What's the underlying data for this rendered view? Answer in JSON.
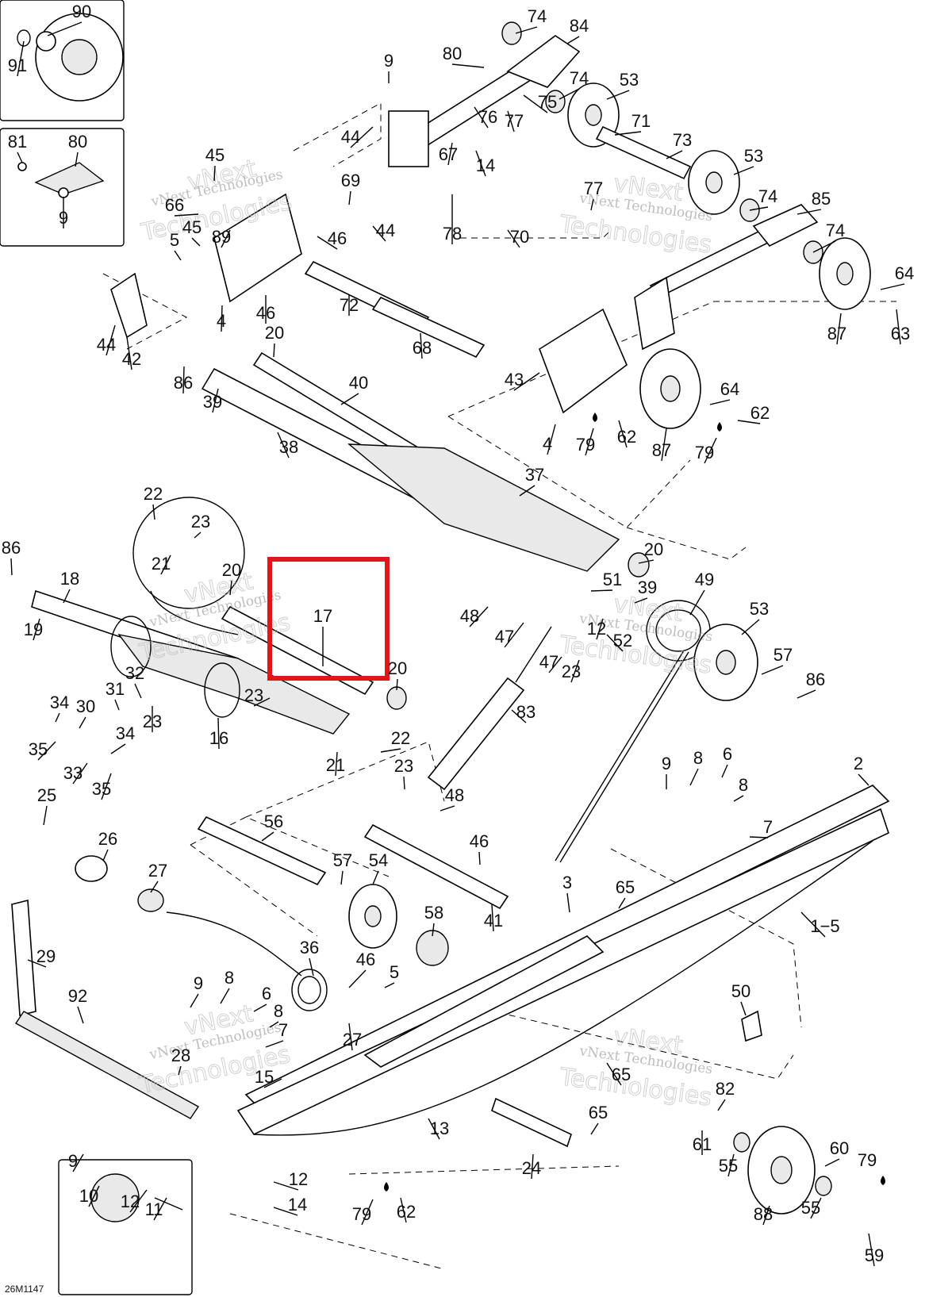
{
  "diagram": {
    "reference_code": "26M1147",
    "watermark_line1": "vNext Technologies",
    "watermark_line2": "vNext",
    "watermark_line3": "Technologies",
    "highlighted_part": "17",
    "highlight_color": "#e0161b"
  },
  "callouts": [
    {
      "id": "c90",
      "text": "90"
    },
    {
      "id": "c91",
      "text": "91"
    },
    {
      "id": "c81",
      "text": "81"
    },
    {
      "id": "c80a",
      "text": "80"
    },
    {
      "id": "c9a",
      "text": "9"
    },
    {
      "id": "c74a",
      "text": "74"
    },
    {
      "id": "c84",
      "text": "84"
    },
    {
      "id": "c80",
      "text": "80"
    },
    {
      "id": "c9b",
      "text": "9"
    },
    {
      "id": "c74b",
      "text": "74"
    },
    {
      "id": "c53a",
      "text": "53"
    },
    {
      "id": "c75",
      "text": "75"
    },
    {
      "id": "c76",
      "text": "76"
    },
    {
      "id": "c77a",
      "text": "77"
    },
    {
      "id": "c71",
      "text": "71"
    },
    {
      "id": "c73",
      "text": "73"
    },
    {
      "id": "c44a",
      "text": "44"
    },
    {
      "id": "c67",
      "text": "67"
    },
    {
      "id": "c14a",
      "text": "14"
    },
    {
      "id": "c53b",
      "text": "53"
    },
    {
      "id": "c45a",
      "text": "45"
    },
    {
      "id": "c69",
      "text": "69"
    },
    {
      "id": "c66",
      "text": "66"
    },
    {
      "id": "c77b",
      "text": "77"
    },
    {
      "id": "c74c",
      "text": "74"
    },
    {
      "id": "c85",
      "text": "85"
    },
    {
      "id": "c45b",
      "text": "45"
    },
    {
      "id": "c89",
      "text": "89"
    },
    {
      "id": "c46a",
      "text": "46"
    },
    {
      "id": "c44b",
      "text": "44"
    },
    {
      "id": "c78",
      "text": "78"
    },
    {
      "id": "c70",
      "text": "70"
    },
    {
      "id": "c74d",
      "text": "74"
    },
    {
      "id": "c5a",
      "text": "5"
    },
    {
      "id": "c64a",
      "text": "64"
    },
    {
      "id": "c72",
      "text": "72"
    },
    {
      "id": "c46b",
      "text": "46"
    },
    {
      "id": "c4a",
      "text": "4"
    },
    {
      "id": "c44c",
      "text": "44"
    },
    {
      "id": "c42",
      "text": "42"
    },
    {
      "id": "c68",
      "text": "68"
    },
    {
      "id": "c20a",
      "text": "20"
    },
    {
      "id": "c87a",
      "text": "87"
    },
    {
      "id": "c63",
      "text": "63"
    },
    {
      "id": "c86a",
      "text": "86"
    },
    {
      "id": "c43",
      "text": "43"
    },
    {
      "id": "c40",
      "text": "40"
    },
    {
      "id": "c39a",
      "text": "39"
    },
    {
      "id": "c64b",
      "text": "64"
    },
    {
      "id": "c62a",
      "text": "62"
    },
    {
      "id": "c79a",
      "text": "79"
    },
    {
      "id": "c62b",
      "text": "62"
    },
    {
      "id": "c4b",
      "text": "4"
    },
    {
      "id": "c87b",
      "text": "87"
    },
    {
      "id": "c79b",
      "text": "79"
    },
    {
      "id": "c38",
      "text": "38"
    },
    {
      "id": "c37",
      "text": "37"
    },
    {
      "id": "c22a",
      "text": "22"
    },
    {
      "id": "c23a",
      "text": "23"
    },
    {
      "id": "c21a",
      "text": "21"
    },
    {
      "id": "c86b",
      "text": "86"
    },
    {
      "id": "c20b",
      "text": "20"
    },
    {
      "id": "c20c",
      "text": "20"
    },
    {
      "id": "c18",
      "text": "18"
    },
    {
      "id": "c17",
      "text": "17"
    },
    {
      "id": "c51",
      "text": "51"
    },
    {
      "id": "c49",
      "text": "49"
    },
    {
      "id": "c39b",
      "text": "39"
    },
    {
      "id": "c19",
      "text": "19"
    },
    {
      "id": "c48a",
      "text": "48"
    },
    {
      "id": "c53c",
      "text": "53"
    },
    {
      "id": "c47a",
      "text": "47"
    },
    {
      "id": "c12a",
      "text": "12"
    },
    {
      "id": "c52",
      "text": "52"
    },
    {
      "id": "c57a",
      "text": "57"
    },
    {
      "id": "c47b",
      "text": "47"
    },
    {
      "id": "c23b",
      "text": "23"
    },
    {
      "id": "c20d",
      "text": "20"
    },
    {
      "id": "c86c",
      "text": "86"
    },
    {
      "id": "c32",
      "text": "32"
    },
    {
      "id": "c31",
      "text": "31"
    },
    {
      "id": "c23c",
      "text": "23"
    },
    {
      "id": "c34a",
      "text": "34"
    },
    {
      "id": "c30",
      "text": "30"
    },
    {
      "id": "c23d",
      "text": "23"
    },
    {
      "id": "c83",
      "text": "83"
    },
    {
      "id": "c16",
      "text": "16"
    },
    {
      "id": "c22b",
      "text": "22"
    },
    {
      "id": "c35a",
      "text": "35"
    },
    {
      "id": "c34b",
      "text": "34"
    },
    {
      "id": "c21b",
      "text": "21"
    },
    {
      "id": "c33",
      "text": "33"
    },
    {
      "id": "c35b",
      "text": "35"
    },
    {
      "id": "c9c",
      "text": "9"
    },
    {
      "id": "c8a",
      "text": "8"
    },
    {
      "id": "c6a",
      "text": "6"
    },
    {
      "id": "c2",
      "text": "2"
    },
    {
      "id": "c23e",
      "text": "23"
    },
    {
      "id": "c8b",
      "text": "8"
    },
    {
      "id": "c48b",
      "text": "48"
    },
    {
      "id": "c25",
      "text": "25"
    },
    {
      "id": "c7a",
      "text": "7"
    },
    {
      "id": "c56",
      "text": "56"
    },
    {
      "id": "c26",
      "text": "26"
    },
    {
      "id": "c46c",
      "text": "46"
    },
    {
      "id": "c57b",
      "text": "57"
    },
    {
      "id": "c54",
      "text": "54"
    },
    {
      "id": "c27a",
      "text": "27"
    },
    {
      "id": "c3",
      "text": "3"
    },
    {
      "id": "c65a",
      "text": "65"
    },
    {
      "id": "c58",
      "text": "58"
    },
    {
      "id": "c41",
      "text": "41"
    },
    {
      "id": "c1_5",
      "text": "1−5"
    },
    {
      "id": "c29",
      "text": "29"
    },
    {
      "id": "c36",
      "text": "36"
    },
    {
      "id": "c46d",
      "text": "46"
    },
    {
      "id": "c5b",
      "text": "5"
    },
    {
      "id": "c50",
      "text": "50"
    },
    {
      "id": "c92",
      "text": "92"
    },
    {
      "id": "c9d",
      "text": "9"
    },
    {
      "id": "c8c",
      "text": "8"
    },
    {
      "id": "c6b",
      "text": "6"
    },
    {
      "id": "c8d",
      "text": "8"
    },
    {
      "id": "c27b",
      "text": "27"
    },
    {
      "id": "c7b",
      "text": "7"
    },
    {
      "id": "c28",
      "text": "28"
    },
    {
      "id": "c15",
      "text": "15"
    },
    {
      "id": "c65b",
      "text": "65"
    },
    {
      "id": "c82",
      "text": "82"
    },
    {
      "id": "c65c",
      "text": "65"
    },
    {
      "id": "c13",
      "text": "13"
    },
    {
      "id": "c61",
      "text": "61"
    },
    {
      "id": "c60",
      "text": "60"
    },
    {
      "id": "c79c",
      "text": "79"
    },
    {
      "id": "c9e",
      "text": "9"
    },
    {
      "id": "c24",
      "text": "24"
    },
    {
      "id": "c55a",
      "text": "55"
    },
    {
      "id": "c12b",
      "text": "12"
    },
    {
      "id": "c10",
      "text": "10"
    },
    {
      "id": "c12c",
      "text": "12"
    },
    {
      "id": "c11",
      "text": "11"
    },
    {
      "id": "c14b",
      "text": "14"
    },
    {
      "id": "c79d",
      "text": "79"
    },
    {
      "id": "c62c",
      "text": "62"
    },
    {
      "id": "c88",
      "text": "88"
    },
    {
      "id": "c55b",
      "text": "55"
    },
    {
      "id": "c59",
      "text": "59"
    }
  ]
}
